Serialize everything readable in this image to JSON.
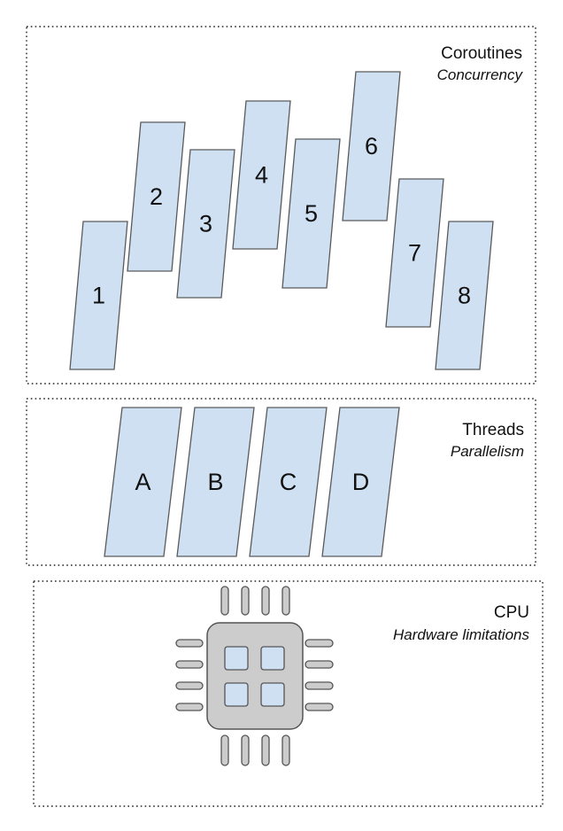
{
  "colors": {
    "task_fill": "#cfe0f3",
    "chip_fill": "#cccccc",
    "pin_fill": "#cccccc",
    "core_fill": "#cfe0f3"
  },
  "coroutines": {
    "title": "Coroutines",
    "subtitle": "Concurrency",
    "items": [
      "1",
      "2",
      "3",
      "4",
      "5",
      "6",
      "7",
      "8"
    ]
  },
  "threads": {
    "title": "Threads",
    "subtitle": "Parallelism",
    "items": [
      "A",
      "B",
      "C",
      "D"
    ]
  },
  "cpu": {
    "title": "CPU",
    "subtitle": "Hardware limitations",
    "chip_icon": "cpu-chip-icon",
    "cores": 4,
    "pins_per_side": 4
  }
}
